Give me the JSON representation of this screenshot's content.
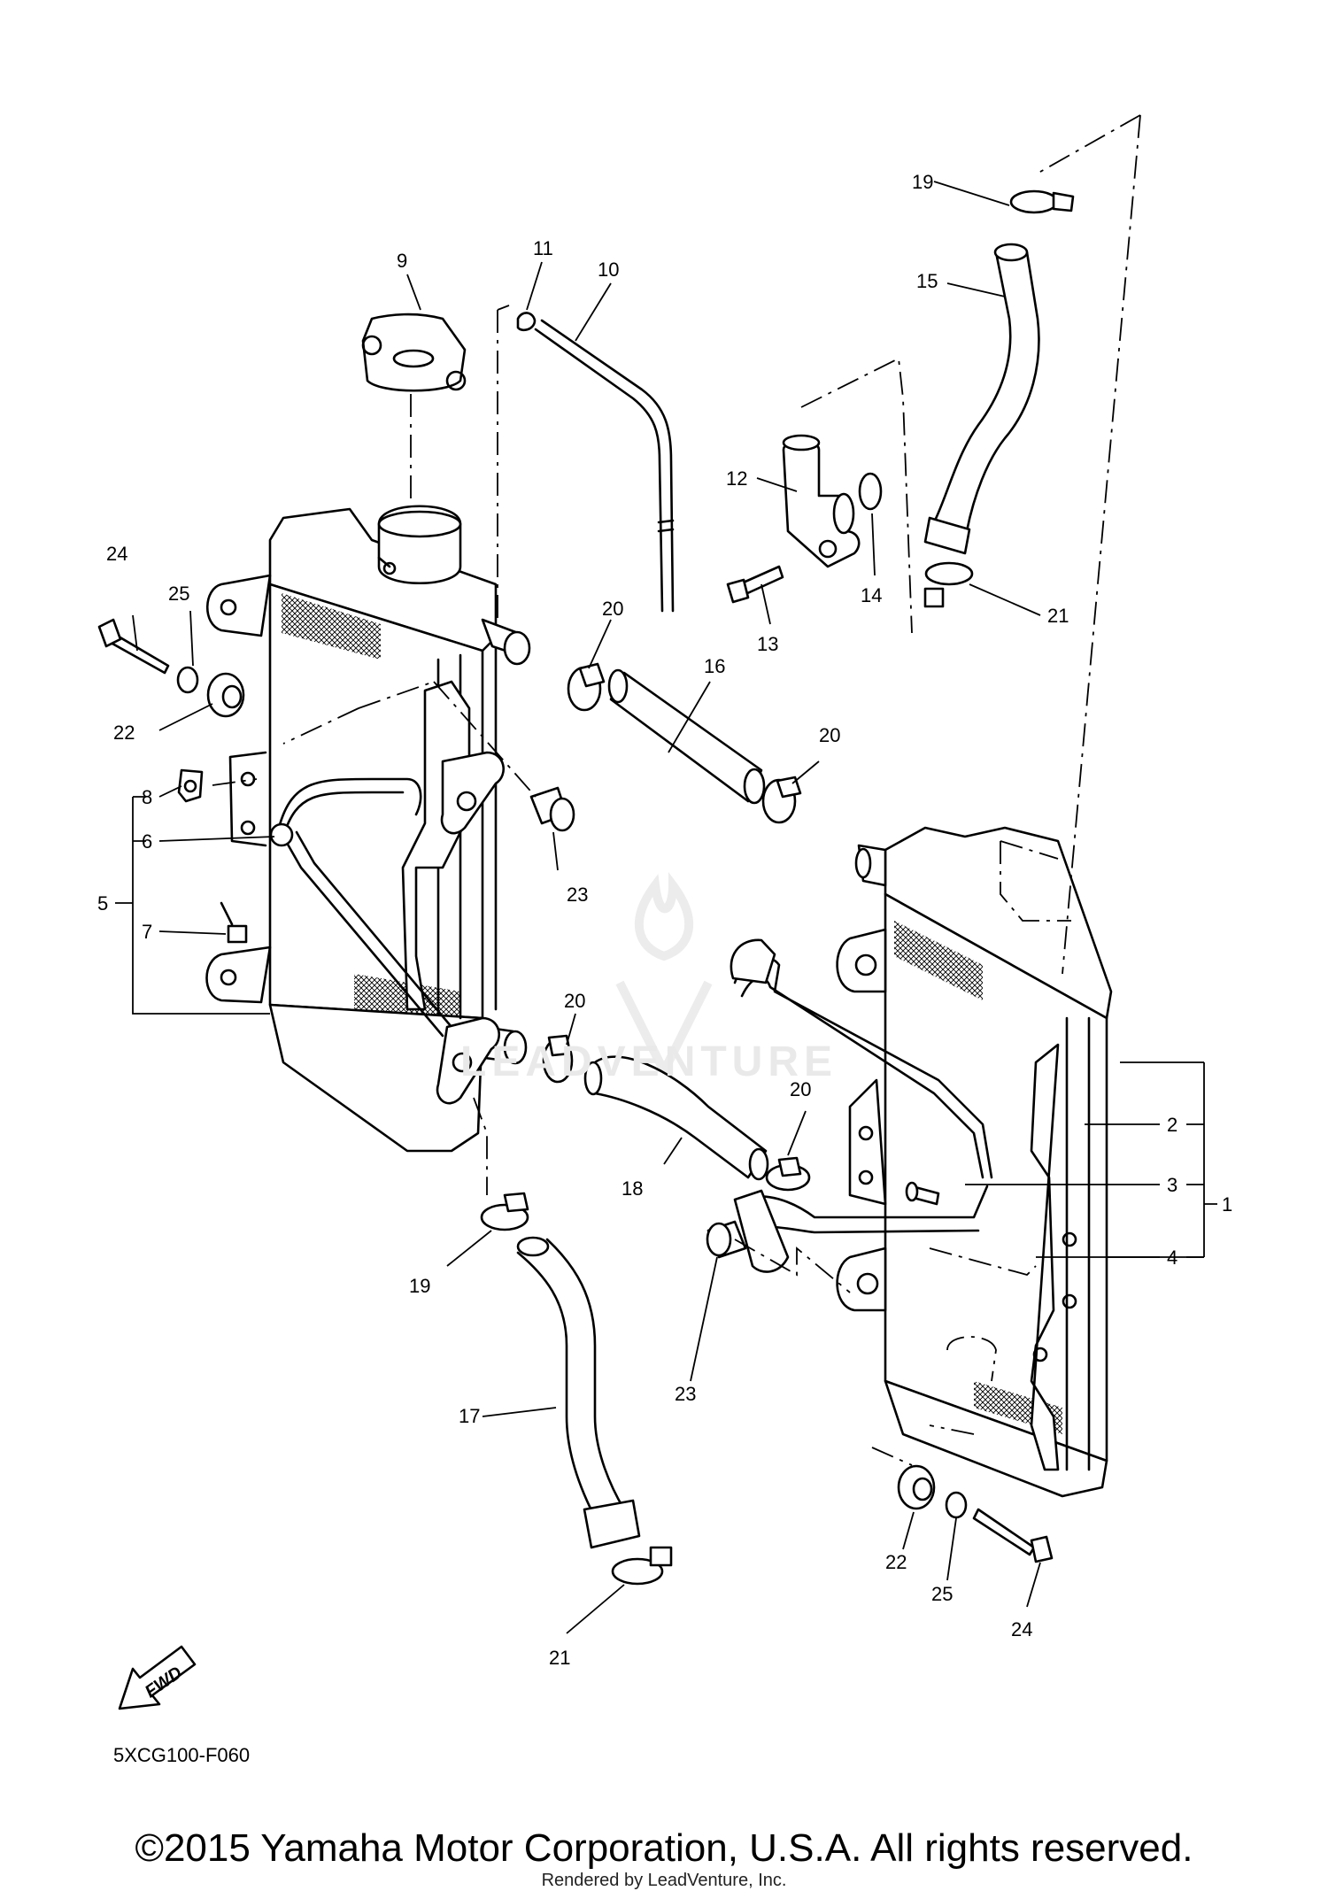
{
  "diagram": {
    "code": "5XCG100-F060",
    "fwd_label": "FWD",
    "callouts": {
      "c1": "1",
      "c2": "2",
      "c3": "3",
      "c4": "4",
      "c5": "5",
      "c6": "6",
      "c7": "7",
      "c8": "8",
      "c9": "9",
      "c10": "10",
      "c11": "11",
      "c12": "12",
      "c13": "13",
      "c14": "14",
      "c15": "15",
      "c16": "16",
      "c17": "17",
      "c18": "18",
      "c19a": "19",
      "c19b": "19",
      "c20a": "20",
      "c20b": "20",
      "c20c": "20",
      "c20d": "20",
      "c21a": "21",
      "c21b": "21",
      "c22a": "22",
      "c22b": "22",
      "c23a": "23",
      "c23b": "23",
      "c24a": "24",
      "c24b": "24",
      "c25a": "25",
      "c25b": "25"
    }
  },
  "watermark": {
    "text": "LEADVENTURE"
  },
  "footer": {
    "copyright": "©2015 Yamaha Motor Corporation, U.S.A. All rights reserved.",
    "rendered_by": "Rendered by LeadVenture, Inc."
  }
}
